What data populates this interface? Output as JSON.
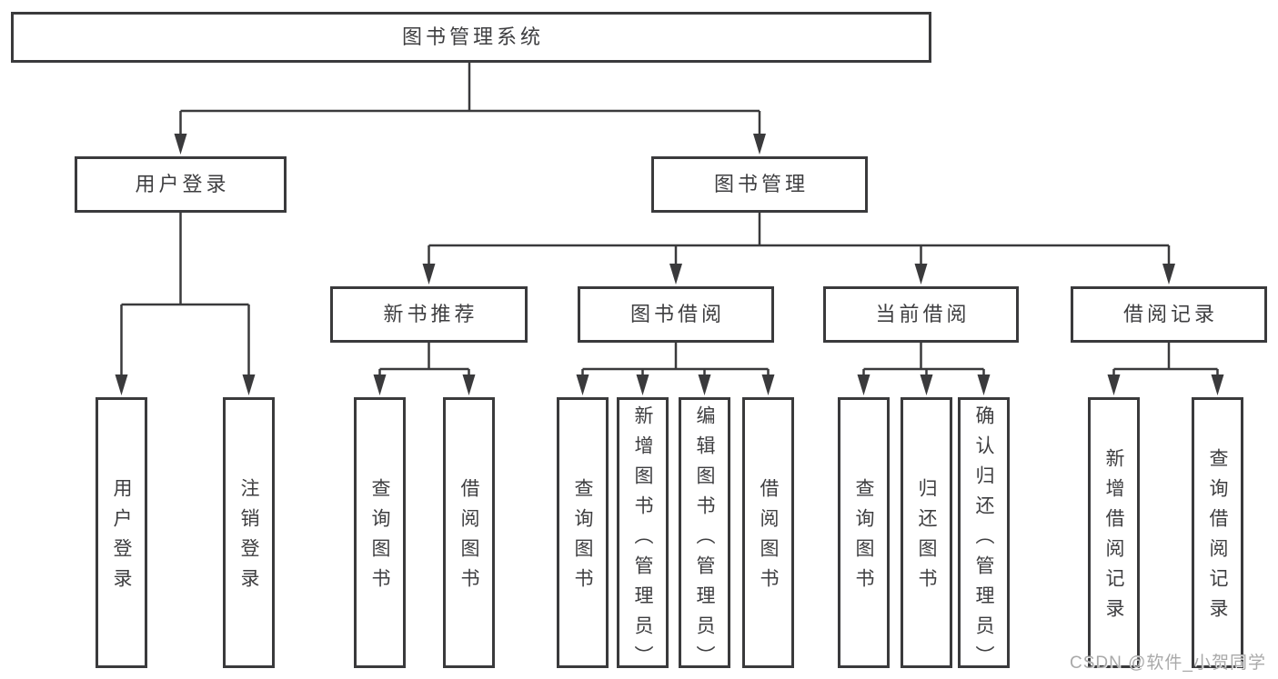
{
  "nodes": {
    "root": "图书管理系统",
    "user_login": "用户登录",
    "book_mgmt": "图书管理",
    "new_book_rec": "新书推荐",
    "book_borrow": "图书借阅",
    "current_borrow": "当前借阅",
    "borrow_record": "借阅记录",
    "ul_user_login": "用户登录",
    "ul_logout": "注销登录",
    "nb_query_book": "查询图书",
    "nb_borrow_book": "借阅图书",
    "bb_query_book": "查询图书",
    "bb_add_book": "新增图书（管理员）",
    "bb_edit_book": "编辑图书（管理员）",
    "bb_borrow_book": "借阅图书",
    "cb_query_book": "查询图书",
    "cb_return_book": "归还图书",
    "cb_confirm_return": "确认归还（管理员）",
    "br_add_record": "新增借阅记录",
    "br_query_record": "查询借阅记录"
  },
  "hierarchy": {
    "图书管理系统": {
      "用户登录": [
        "用户登录",
        "注销登录"
      ],
      "图书管理": {
        "新书推荐": [
          "查询图书",
          "借阅图书"
        ],
        "图书借阅": [
          "查询图书",
          "新增图书（管理员）",
          "编辑图书（管理员）",
          "借阅图书"
        ],
        "当前借阅": [
          "查询图书",
          "归还图书",
          "确认归还（管理员）"
        ],
        "借阅记录": [
          "新增借阅记录",
          "查询借阅记录"
        ]
      }
    }
  },
  "watermark": "CSDN @软件_小贺同学",
  "colors": {
    "line": "#3a3a3c",
    "text": "#3e3e40",
    "watermark": "#a9a9a9",
    "background": "#ffffff"
  }
}
